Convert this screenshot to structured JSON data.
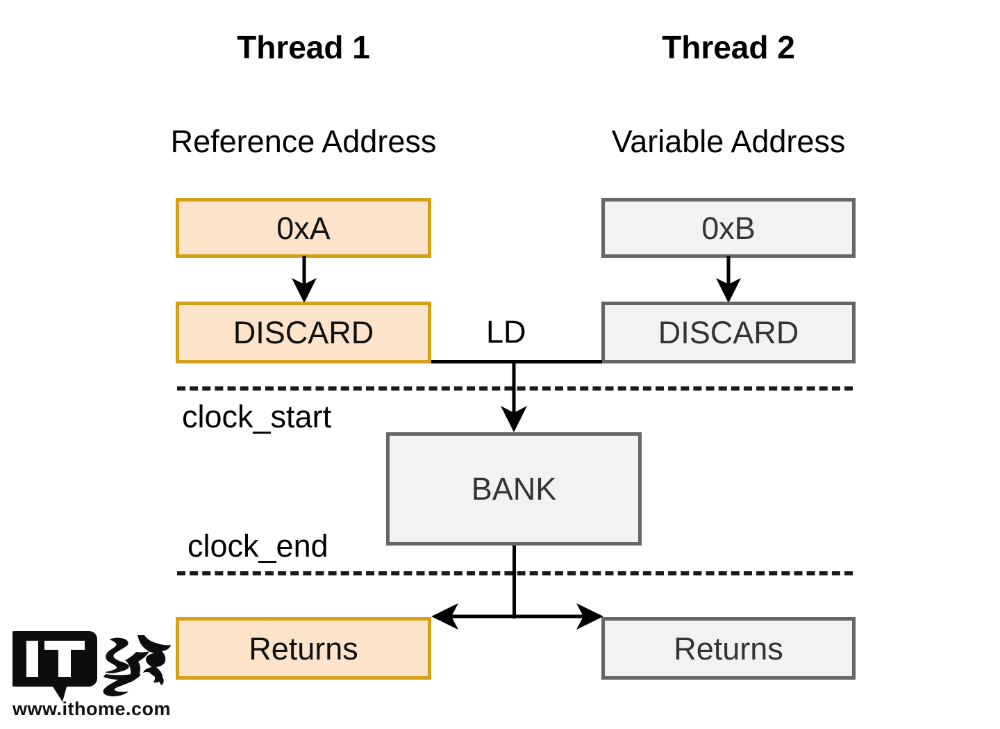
{
  "diagram": {
    "title_left": "Thread 1",
    "title_right": "Thread 2",
    "subtitle_left": "Reference Address",
    "subtitle_right": "Variable Address",
    "edge_label_ld": "LD",
    "clock_start_label": "clock_start",
    "clock_end_label": "clock_end",
    "nodes": {
      "t1_addr": "0xA",
      "t1_discard": "DISCARD",
      "t2_addr": "0xB",
      "t2_discard": "DISCARD",
      "bank": "BANK",
      "t1_returns": "Returns",
      "t2_returns": "Returns"
    },
    "colors": {
      "orange_fill": "#fce3ca",
      "orange_border": "#d4a017",
      "gray_fill": "#f2f2f2",
      "gray_border": "#666666",
      "line": "#000000",
      "text": "#000000"
    }
  },
  "watermark": {
    "logo_text": "IT",
    "logo_cn": "之家",
    "url": "www.ithome.com"
  }
}
